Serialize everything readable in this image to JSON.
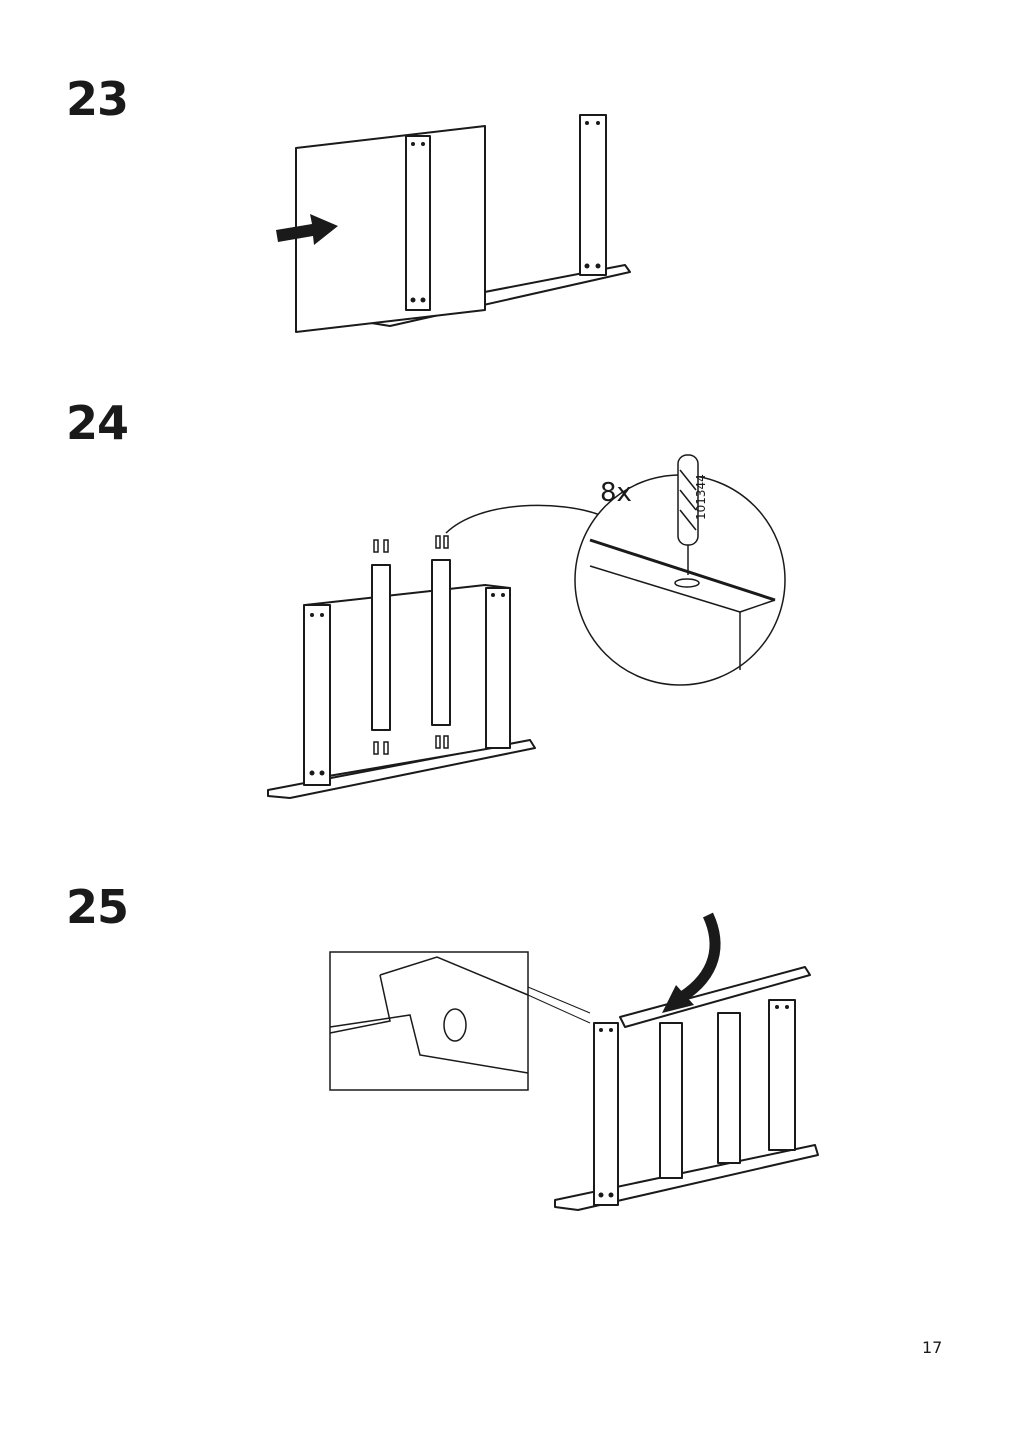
{
  "steps": [
    {
      "number": "23"
    },
    {
      "number": "24",
      "quantity": "8x",
      "part_code": "101344"
    },
    {
      "number": "25"
    }
  ],
  "page_number": "17",
  "icons": {
    "push_arrow": "push-arrow-icon",
    "curved_arrow": "curved-down-arrow-icon",
    "dowel": "wooden-dowel-icon"
  }
}
